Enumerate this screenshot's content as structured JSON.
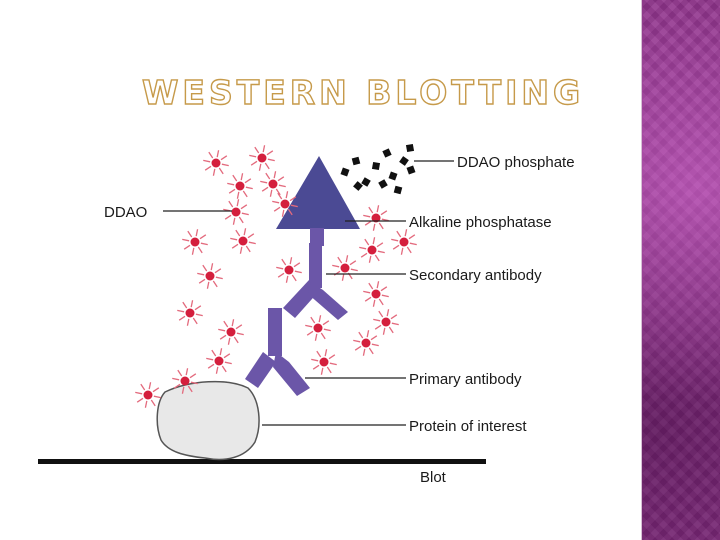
{
  "slide": {
    "title": "WESTERN BLOTTING",
    "accent_color": "#8a2f86",
    "title_outline_color": "#c69a4a"
  },
  "diagram": {
    "labels": {
      "ddao": "DDAO",
      "ddao_phosphate": "DDAO phosphate",
      "alkaline_phosphatase": "Alkaline phosphatase",
      "secondary_antibody": "Secondary antibody",
      "primary_antibody": "Primary antibody",
      "protein_of_interest": "Protein of interest",
      "blot": "Blot"
    },
    "colors": {
      "antibody": "#6b56a8",
      "enzyme": "#4b4a94",
      "ddao_dot": "#d41f3d",
      "ddao_rays": "#e36a7d",
      "substrate": "#111111",
      "protein": "#e8e8e8",
      "blot_line": "#111111"
    }
  }
}
